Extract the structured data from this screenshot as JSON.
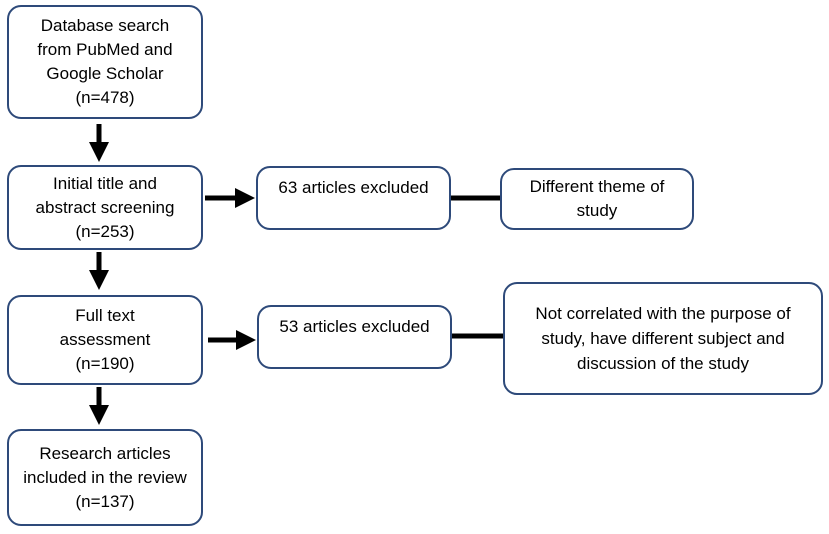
{
  "colors": {
    "box_border": "#2e4a7a",
    "arrow": "#000000",
    "background": "#ffffff"
  },
  "main_flow": [
    {
      "lines": [
        "Database search",
        "from PubMed and",
        "Google Scholar",
        "(n=478)"
      ]
    },
    {
      "lines": [
        "Initial title and",
        "abstract screening",
        "(n=253)"
      ]
    },
    {
      "lines": [
        "Full text",
        "assessment",
        "(n=190)"
      ]
    },
    {
      "lines": [
        "Research articles",
        "included in the review",
        "(n=137)"
      ]
    }
  ],
  "exclusions": [
    {
      "label": "63 articles excluded",
      "reason_lines": [
        "Different theme of",
        "study"
      ]
    },
    {
      "label": "53 articles excluded",
      "reason_lines": [
        "Not correlated with the purpose of",
        "study, have different subject and",
        "discussion of the study"
      ]
    }
  ]
}
